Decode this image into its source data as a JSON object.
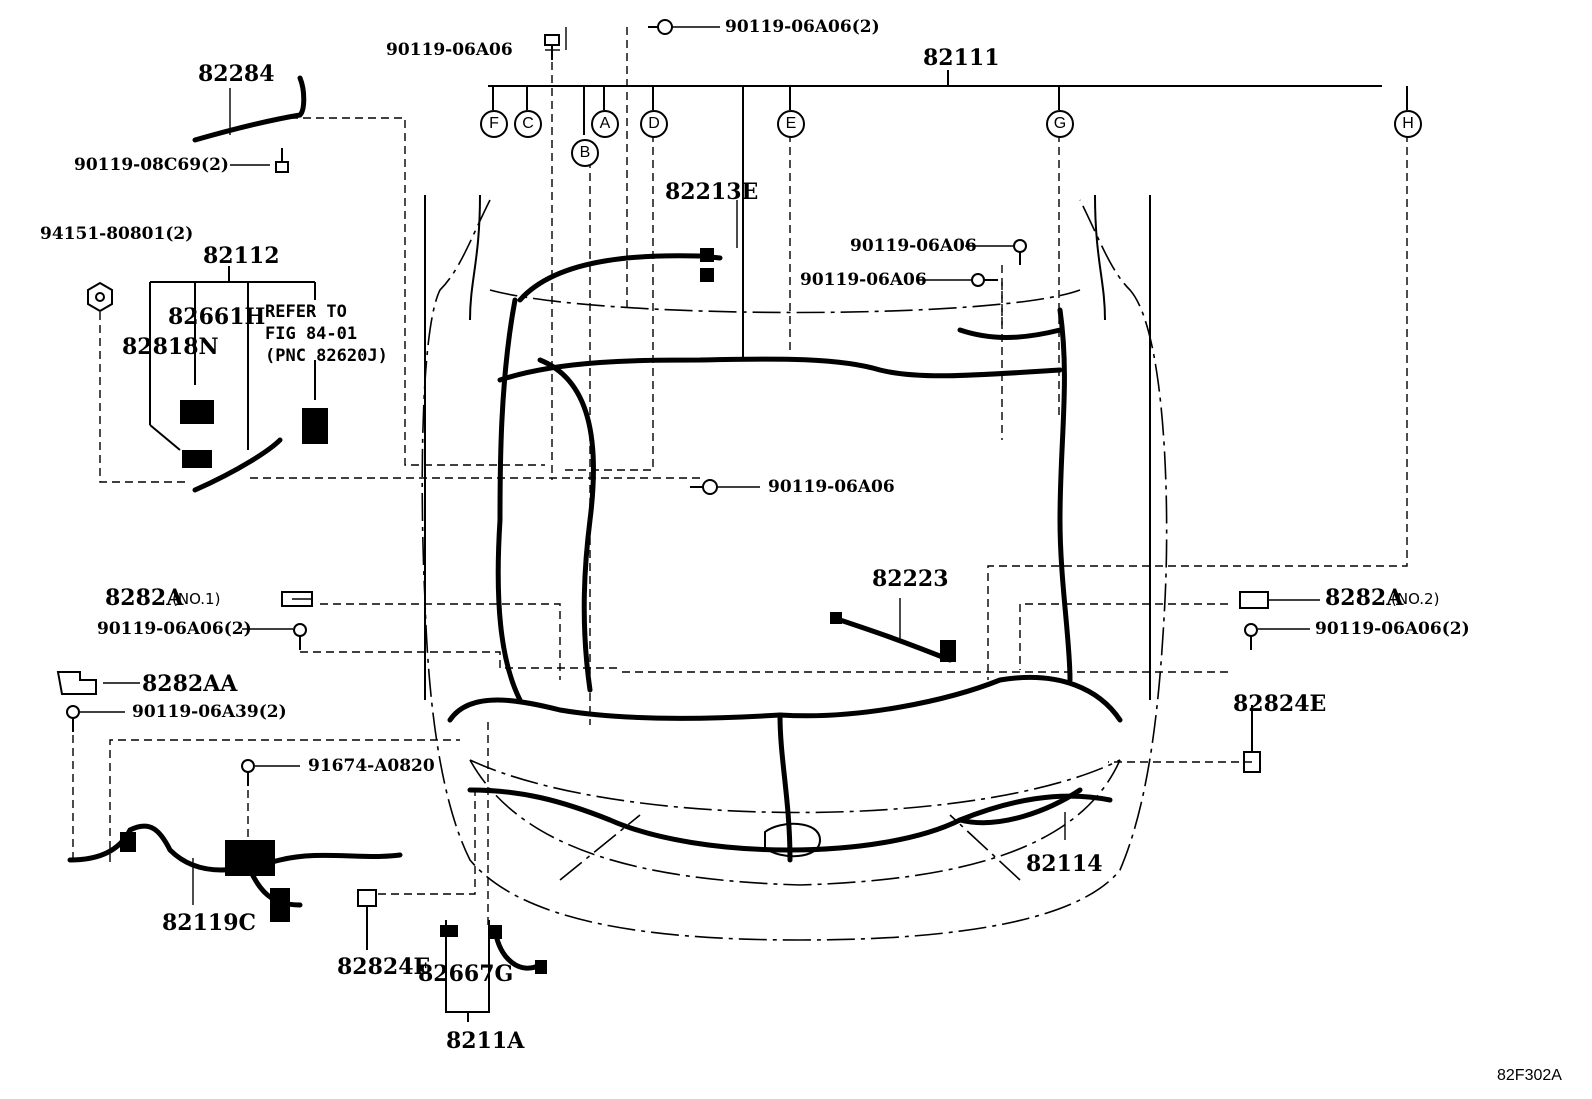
{
  "main_assembly": "82111",
  "circle_refs": [
    "F",
    "C",
    "B",
    "A",
    "D",
    "E",
    "G",
    "H"
  ],
  "parts": {
    "p82284": "82284",
    "p90119_08C69": "90119-08C69(2)",
    "p94151": "94151-80801(2)",
    "p82112": "82112",
    "p82661H": "82661H",
    "p82818N": "82818N",
    "refer": [
      "REFER TO",
      "FIG 84-01",
      "(PNC 82620J)"
    ],
    "p90119_06A06_top": "90119-06A06",
    "p90119_06A06_2_top": "90119-06A06(2)",
    "p82213E": "82213E",
    "p90119_06A06_r1": "90119-06A06",
    "p90119_06A06_r2": "90119-06A06",
    "p90119_06A06_mid": "90119-06A06",
    "p82223": "82223",
    "p8282A_1": "8282A",
    "p8282A_1_note": "(NO.1)",
    "p90119_left_2": "90119-06A06(2)",
    "p8282AA": "8282AA",
    "p90119_06A39": "90119-06A39(2)",
    "p91674": "91674-A0820",
    "p82119C": "82119C",
    "p82824E_l": "82824E",
    "p82667G": "82667G",
    "p8211A": "8211A",
    "p8282A_2": "8282A",
    "p8282A_2_note": "(NO.2)",
    "p90119_right_2": "90119-06A06(2)",
    "p82824E_r": "82824E",
    "p82114": "82114"
  },
  "figure_code": "82F302A"
}
